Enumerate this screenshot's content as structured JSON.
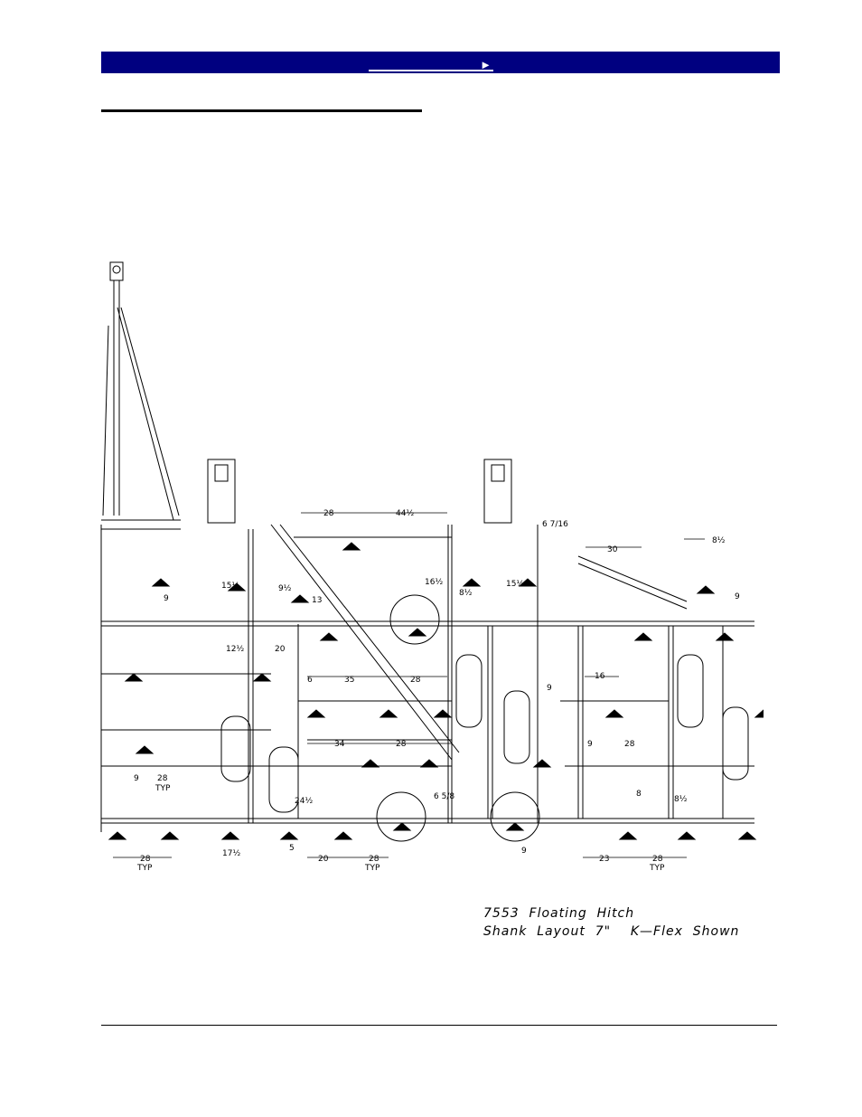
{
  "header": {
    "nav_arrow": "►",
    "bar_color": "#000080"
  },
  "figure": {
    "caption_line1": "7553  Floating  Hitch",
    "caption_line2": "Shank  Layout  7\"    K—Flex  Shown",
    "dimensions": [
      {
        "id": "d28a",
        "label": "28"
      },
      {
        "id": "d44",
        "label": "44½"
      },
      {
        "id": "d30",
        "label": "30"
      },
      {
        "id": "d8a",
        "label": "8½"
      },
      {
        "id": "d6",
        "label": "6 7/16"
      },
      {
        "id": "d15a",
        "label": "15½"
      },
      {
        "id": "d9a",
        "label": "9½"
      },
      {
        "id": "d16",
        "label": "16½"
      },
      {
        "id": "d8b",
        "label": "8½"
      },
      {
        "id": "d15b",
        "label": "15½"
      },
      {
        "id": "d9b",
        "label": "9"
      },
      {
        "id": "d13",
        "label": "13"
      },
      {
        "id": "d9c",
        "label": "9"
      },
      {
        "id": "d12",
        "label": "12½"
      },
      {
        "id": "d20a",
        "label": "20"
      },
      {
        "id": "d6b",
        "label": "6"
      },
      {
        "id": "d35",
        "label": "35"
      },
      {
        "id": "d28b",
        "label": "28"
      },
      {
        "id": "d16b",
        "label": "16"
      },
      {
        "id": "d9d",
        "label": "9"
      },
      {
        "id": "d34",
        "label": "34"
      },
      {
        "id": "d28c",
        "label": "28"
      },
      {
        "id": "d9e",
        "label": "9"
      },
      {
        "id": "d28d",
        "label": "28"
      },
      {
        "id": "d9f",
        "label": "9"
      },
      {
        "id": "d28e",
        "label": "28"
      },
      {
        "id": "typ1",
        "label": "TYP"
      },
      {
        "id": "d24",
        "label": "24½"
      },
      {
        "id": "d6c",
        "label": "6 5/8"
      },
      {
        "id": "d8c",
        "label": "8"
      },
      {
        "id": "d8d",
        "label": "8½"
      },
      {
        "id": "d5",
        "label": "5"
      },
      {
        "id": "d17",
        "label": "17½"
      },
      {
        "id": "d9g",
        "label": "9"
      },
      {
        "id": "d28f",
        "label": "28"
      },
      {
        "id": "typ2",
        "label": "TYP"
      },
      {
        "id": "d20b",
        "label": "20"
      },
      {
        "id": "d28g",
        "label": "28"
      },
      {
        "id": "typ3",
        "label": "TYP"
      },
      {
        "id": "d23",
        "label": "23"
      },
      {
        "id": "d28h",
        "label": "28"
      },
      {
        "id": "typ4",
        "label": "TYP"
      }
    ]
  }
}
